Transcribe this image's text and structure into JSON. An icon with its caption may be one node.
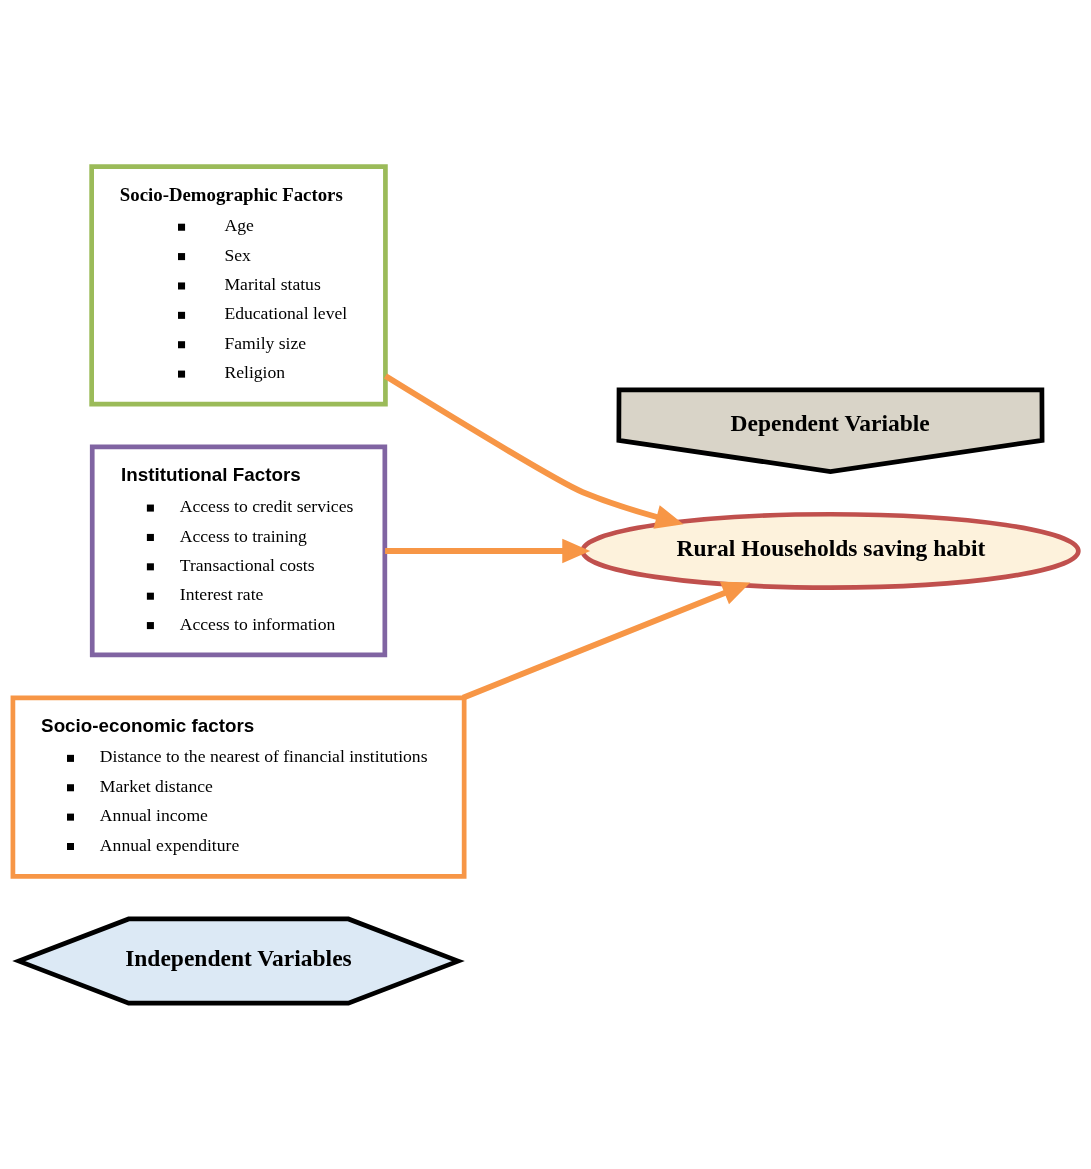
{
  "diagram": {
    "nodes": [
      {
        "text": [
          "Independent Variables"
        ]
      },
      {
        "text": [
          "Socio-Demographic Factors",
          "Age",
          "Sex",
          "Marital status",
          "Educational level",
          "Family size",
          "Religion"
        ]
      },
      {
        "text": [
          "Institutional Factors",
          "Access to credit services",
          "Access to training",
          "Transactional costs",
          "Interest rate",
          "Access to information"
        ]
      },
      {
        "text": [
          "Socio-economic factors",
          "Distance to the nearest of financial institutions",
          "Market distance",
          "Annual income",
          "Annual expenditure"
        ]
      },
      {
        "text": [
          "Dependent Variable"
        ]
      },
      {
        "text": [
          "Rural Households saving habit"
        ]
      }
    ],
    "edges": [
      {
        "from": 1,
        "to": 5,
        "arrow": "to"
      },
      {
        "from": 2,
        "to": 5,
        "arrow": "to"
      },
      {
        "from": 3,
        "to": 5,
        "arrow": "to"
      }
    ]
  }
}
